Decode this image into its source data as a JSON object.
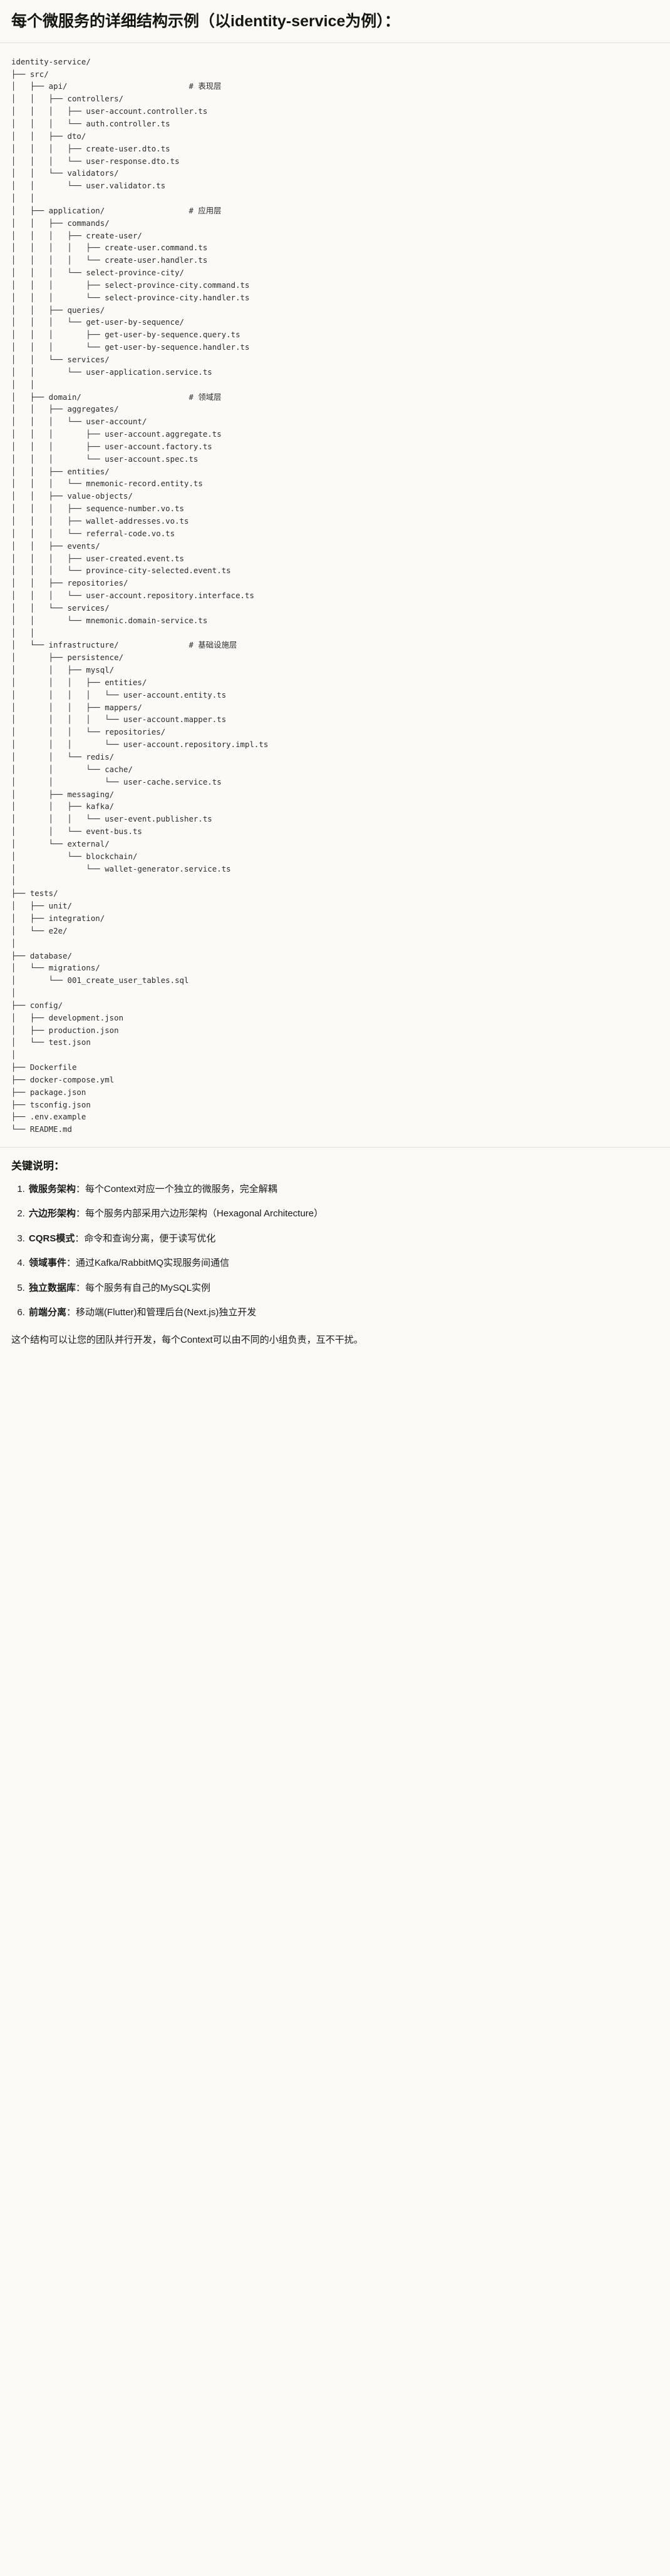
{
  "heading": "每个微服务的详细结构示例（以identity-service为例）：",
  "tree": {
    "root": "identity-service/",
    "lines": [
      "identity-service/",
      "├── src/",
      "│   ├── api/                          # 表现层",
      "│   │   ├── controllers/",
      "│   │   │   ├── user-account.controller.ts",
      "│   │   │   └── auth.controller.ts",
      "│   │   ├── dto/",
      "│   │   │   ├── create-user.dto.ts",
      "│   │   │   └── user-response.dto.ts",
      "│   │   └── validators/",
      "│   │       └── user.validator.ts",
      "│   │",
      "│   ├── application/                  # 应用层",
      "│   │   ├── commands/",
      "│   │   │   ├── create-user/",
      "│   │   │   │   ├── create-user.command.ts",
      "│   │   │   │   └── create-user.handler.ts",
      "│   │   │   └── select-province-city/",
      "│   │   │       ├── select-province-city.command.ts",
      "│   │   │       └── select-province-city.handler.ts",
      "│   │   ├── queries/",
      "│   │   │   └── get-user-by-sequence/",
      "│   │   │       ├── get-user-by-sequence.query.ts",
      "│   │   │       └── get-user-by-sequence.handler.ts",
      "│   │   └── services/",
      "│   │       └── user-application.service.ts",
      "│   │",
      "│   ├── domain/                       # 领域层",
      "│   │   ├── aggregates/",
      "│   │   │   └── user-account/",
      "│   │   │       ├── user-account.aggregate.ts",
      "│   │   │       ├── user-account.factory.ts",
      "│   │   │       └── user-account.spec.ts",
      "│   │   ├── entities/",
      "│   │   │   └── mnemonic-record.entity.ts",
      "│   │   ├── value-objects/",
      "│   │   │   ├── sequence-number.vo.ts",
      "│   │   │   ├── wallet-addresses.vo.ts",
      "│   │   │   └── referral-code.vo.ts",
      "│   │   ├── events/",
      "│   │   │   ├── user-created.event.ts",
      "│   │   │   └── province-city-selected.event.ts",
      "│   │   ├── repositories/",
      "│   │   │   └── user-account.repository.interface.ts",
      "│   │   └── services/",
      "│   │       └── mnemonic.domain-service.ts",
      "│   │",
      "│   └── infrastructure/               # 基础设施层",
      "│       ├── persistence/",
      "│       │   ├── mysql/",
      "│       │   │   ├── entities/",
      "│       │   │   │   └── user-account.entity.ts",
      "│       │   │   ├── mappers/",
      "│       │   │   │   └── user-account.mapper.ts",
      "│       │   │   └── repositories/",
      "│       │   │       └── user-account.repository.impl.ts",
      "│       │   └── redis/",
      "│       │       └── cache/",
      "│       │           └── user-cache.service.ts",
      "│       ├── messaging/",
      "│       │   ├── kafka/",
      "│       │   │   └── user-event.publisher.ts",
      "│       │   └── event-bus.ts",
      "│       └── external/",
      "│           └── blockchain/",
      "│               └── wallet-generator.service.ts",
      "│",
      "├── tests/",
      "│   ├── unit/",
      "│   ├── integration/",
      "│   └── e2e/",
      "│",
      "├── database/",
      "│   └── migrations/",
      "│       └── 001_create_user_tables.sql",
      "│",
      "├── config/",
      "│   ├── development.json",
      "│   ├── production.json",
      "│   └── test.json",
      "│",
      "├── Dockerfile",
      "├── docker-compose.yml",
      "├── package.json",
      "├── tsconfig.json",
      "├── .env.example",
      "└── README.md"
    ],
    "comments": [
      {
        "path": "api/",
        "text": "# 表现层"
      },
      {
        "path": "application/",
        "text": "# 应用层"
      },
      {
        "path": "domain/",
        "text": "# 领域层"
      },
      {
        "path": "infrastructure/",
        "text": "# 基础设施层"
      }
    ]
  },
  "notes": {
    "title": "关键说明：",
    "items": [
      {
        "term": "微服务架构",
        "sep": "：",
        "desc": "每个Context对应一个独立的微服务，完全解耦"
      },
      {
        "term": "六边形架构",
        "sep": "：",
        "desc": "每个服务内部采用六边形架构（Hexagonal Architecture）"
      },
      {
        "term": "CQRS模式",
        "sep": "：",
        "desc": "命令和查询分离，便于读写优化"
      },
      {
        "term": "领域事件",
        "sep": "：",
        "desc": "通过Kafka/RabbitMQ实现服务间通信"
      },
      {
        "term": "独立数据库",
        "sep": "：",
        "desc": "每个服务有自己的MySQL实例"
      },
      {
        "term": "前端分离",
        "sep": "：",
        "desc": "移动端(Flutter)和管理后台(Next.js)独立开发"
      }
    ],
    "closing": "这个结构可以让您的团队并行开发，每个Context可以由不同的小组负责，互不干扰。"
  },
  "colors": {
    "page_bg": "#faf9f6",
    "code_bg": "#fbfaf7",
    "text": "#1a1a18",
    "code_text": "#2b2b2b",
    "rule": "#e3e1da"
  }
}
